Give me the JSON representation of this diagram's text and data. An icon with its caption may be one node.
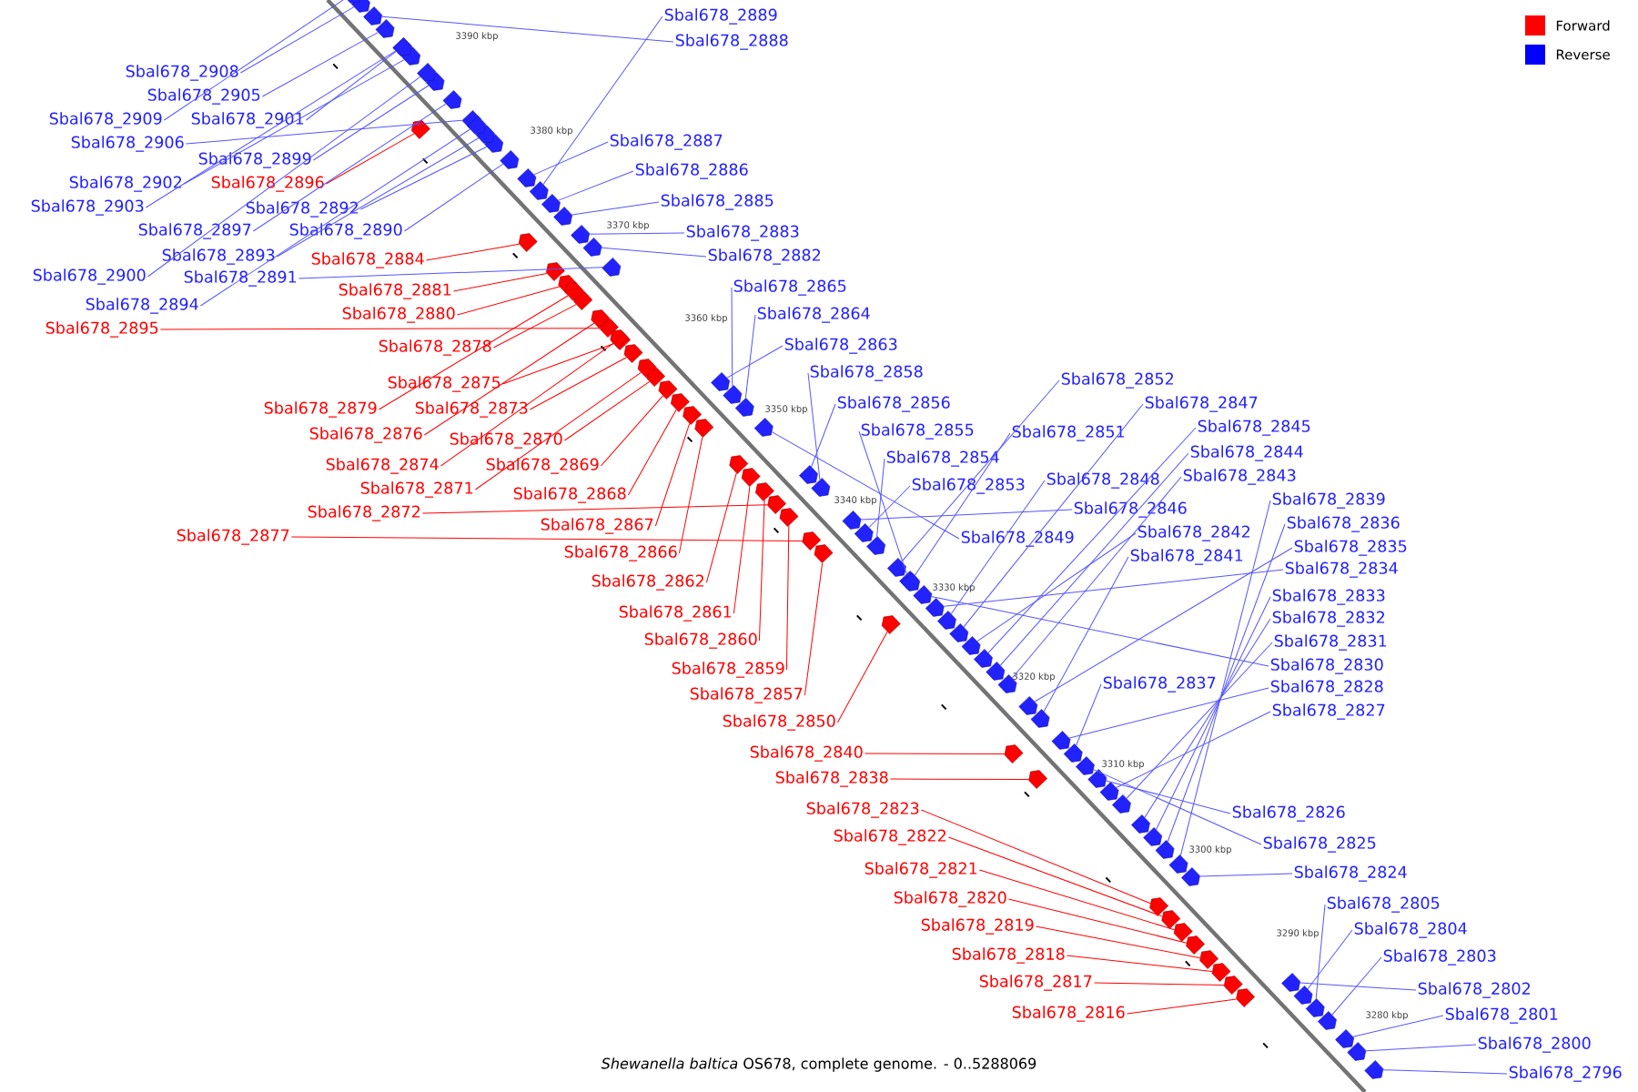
{
  "diagram": {
    "caption": "*Shewanella baltica* OS678, complete genome. - 0..5288069",
    "nodes": [
      {
        "text": [
          "Sbal678_2908"
        ]
      },
      {
        "text": [
          "Sbal678_2905"
        ]
      },
      {
        "text": [
          "Sbal678_2909"
        ]
      },
      {
        "text": [
          "Sbal678_2901"
        ]
      },
      {
        "text": [
          "Sbal678_2906"
        ]
      },
      {
        "text": [
          "Sbal678_2899"
        ]
      },
      {
        "text": [
          "Sbal678_2902"
        ]
      },
      {
        "text": [
          "Sbal678_2896"
        ]
      },
      {
        "text": [
          "Sbal678_2903"
        ]
      },
      {
        "text": [
          "Sbal678_2892"
        ]
      },
      {
        "text": [
          "Sbal678_2897"
        ]
      },
      {
        "text": [
          "Sbal678_2890"
        ]
      },
      {
        "text": [
          "Sbal678_2884"
        ]
      },
      {
        "text": [
          "Sbal678_2893"
        ]
      },
      {
        "text": [
          "Sbal678_2900"
        ]
      },
      {
        "text": [
          "Sbal678_2891"
        ]
      },
      {
        "text": [
          "Sbal678_2881"
        ]
      },
      {
        "text": [
          "Sbal678_2894"
        ]
      },
      {
        "text": [
          "Sbal678_2880"
        ]
      },
      {
        "text": [
          "Sbal678_2895"
        ]
      },
      {
        "text": [
          "Sbal678_2878"
        ]
      },
      {
        "text": [
          "Sbal678_2875"
        ]
      },
      {
        "text": [
          "Sbal678_2879"
        ]
      },
      {
        "text": [
          "Sbal678_2873"
        ]
      },
      {
        "text": [
          "Sbal678_2876"
        ]
      },
      {
        "text": [
          "Sbal678_2870"
        ]
      },
      {
        "text": [
          "Sbal678_2874"
        ]
      },
      {
        "text": [
          "Sbal678_2869"
        ]
      },
      {
        "text": [
          "Sbal678_2871"
        ]
      },
      {
        "text": [
          "Sbal678_2868"
        ]
      },
      {
        "text": [
          "Sbal678_2872"
        ]
      },
      {
        "text": [
          "Sbal678_2867"
        ]
      },
      {
        "text": [
          "Sbal678_2877"
        ]
      },
      {
        "text": [
          "Sbal678_2866"
        ]
      },
      {
        "text": [
          "Sbal678_2862"
        ]
      },
      {
        "text": [
          "Sbal678_2861"
        ]
      },
      {
        "text": [
          "Sbal678_2860"
        ]
      },
      {
        "text": [
          "Sbal678_2859"
        ]
      },
      {
        "text": [
          "Sbal678_2857"
        ]
      },
      {
        "text": [
          "Sbal678_2850"
        ]
      },
      {
        "text": [
          "Sbal678_2840"
        ]
      },
      {
        "text": [
          "Sbal678_2838"
        ]
      },
      {
        "text": [
          "Sbal678_2823"
        ]
      },
      {
        "text": [
          "Sbal678_2822"
        ]
      },
      {
        "text": [
          "Sbal678_2821"
        ]
      },
      {
        "text": [
          "Sbal678_2820"
        ]
      },
      {
        "text": [
          "Sbal678_2819"
        ]
      },
      {
        "text": [
          "Sbal678_2818"
        ]
      },
      {
        "text": [
          "Sbal678_2817"
        ]
      },
      {
        "text": [
          "Sbal678_2816"
        ]
      },
      {
        "text": [
          "Sbal678_2889"
        ]
      },
      {
        "text": [
          "Sbal678_2888"
        ]
      },
      {
        "text": [
          "Sbal678_2887"
        ]
      },
      {
        "text": [
          "Sbal678_2886"
        ]
      },
      {
        "text": [
          "Sbal678_2885"
        ]
      },
      {
        "text": [
          "Sbal678_2883"
        ]
      },
      {
        "text": [
          "Sbal678_2882"
        ]
      },
      {
        "text": [
          "Sbal678_2865"
        ]
      },
      {
        "text": [
          "Sbal678_2864"
        ]
      },
      {
        "text": [
          "Sbal678_2863"
        ]
      },
      {
        "text": [
          "Sbal678_2858"
        ]
      },
      {
        "text": [
          "Sbal678_2852"
        ]
      },
      {
        "text": [
          "Sbal678_2856"
        ]
      },
      {
        "text": [
          "Sbal678_2847"
        ]
      },
      {
        "text": [
          "Sbal678_2855"
        ]
      },
      {
        "text": [
          "Sbal678_2851"
        ]
      },
      {
        "text": [
          "Sbal678_2845"
        ]
      },
      {
        "text": [
          "Sbal678_2844"
        ]
      },
      {
        "text": [
          "Sbal678_2854"
        ]
      },
      {
        "text": [
          "Sbal678_2848"
        ]
      },
      {
        "text": [
          "Sbal678_2843"
        ]
      },
      {
        "text": [
          "Sbal678_2853"
        ]
      },
      {
        "text": [
          "Sbal678_2839"
        ]
      },
      {
        "text": [
          "Sbal678_2846"
        ]
      },
      {
        "text": [
          "Sbal678_2849"
        ]
      },
      {
        "text": [
          "Sbal678_2842"
        ]
      },
      {
        "text": [
          "Sbal678_2836"
        ]
      },
      {
        "text": [
          "Sbal678_2841"
        ]
      },
      {
        "text": [
          "Sbal678_2835"
        ]
      },
      {
        "text": [
          "Sbal678_2834"
        ]
      },
      {
        "text": [
          "Sbal678_2833"
        ]
      },
      {
        "text": [
          "Sbal678_2832"
        ]
      },
      {
        "text": [
          "Sbal678_2831"
        ]
      },
      {
        "text": [
          "Sbal678_2830"
        ]
      },
      {
        "text": [
          "Sbal678_2837"
        ]
      },
      {
        "text": [
          "Sbal678_2828"
        ]
      },
      {
        "text": [
          "Sbal678_2827"
        ]
      },
      {
        "text": [
          "Sbal678_2826"
        ]
      },
      {
        "text": [
          "Sbal678_2825"
        ]
      },
      {
        "text": [
          "Sbal678_2824"
        ]
      },
      {
        "text": [
          "Sbal678_2805"
        ]
      },
      {
        "text": [
          "Sbal678_2804"
        ]
      },
      {
        "text": [
          "Sbal678_2803"
        ]
      },
      {
        "text": [
          "Sbal678_2802"
        ]
      },
      {
        "text": [
          "Sbal678_2801"
        ]
      },
      {
        "text": [
          "Sbal678_2800"
        ]
      },
      {
        "text": [
          "Sbal678_2796"
        ]
      },
      {
        "text": [],
        "shape": "arrow"
      },
      {
        "text": [],
        "shape": "arrow"
      },
      {
        "text": [],
        "shape": "arrow"
      },
      {
        "text": [],
        "shape": "arrow"
      },
      {
        "text": [],
        "shape": "arrow"
      },
      {
        "text": [],
        "shape": "arrow"
      },
      {
        "text": [],
        "shape": "arrow"
      },
      {
        "text": [],
        "shape": "arrow"
      },
      {
        "text": [],
        "shape": "arrow"
      },
      {
        "text": [],
        "shape": "arrow"
      },
      {
        "text": [],
        "shape": "arrow"
      },
      {
        "text": [],
        "shape": "arrow"
      },
      {
        "text": [],
        "shape": "arrow"
      },
      {
        "text": [],
        "shape": "arrow"
      },
      {
        "text": [],
        "shape": "arrow"
      },
      {
        "text": [],
        "shape": "arrow"
      },
      {
        "text": [],
        "shape": "arrow"
      },
      {
        "text": [],
        "shape": "arrow"
      },
      {
        "text": [],
        "shape": "arrow"
      },
      {
        "text": [],
        "shape": "arrow"
      },
      {
        "text": [],
        "shape": "arrow"
      },
      {
        "text": [],
        "shape": "arrow"
      },
      {
        "text": [],
        "shape": "arrow"
      },
      {
        "text": [],
        "shape": "arrow"
      },
      {
        "text": [],
        "shape": "arrow"
      },
      {
        "text": [],
        "shape": "arrow"
      },
      {
        "text": [],
        "shape": "arrow"
      },
      {
        "text": [],
        "shape": "arrow"
      },
      {
        "text": [],
        "shape": "arrow"
      },
      {
        "text": [],
        "shape": "arrow"
      },
      {
        "text": [],
        "shape": "arrow"
      },
      {
        "text": [],
        "shape": "arrow"
      },
      {
        "text": [],
        "shape": "arrow"
      },
      {
        "text": [],
        "shape": "arrow"
      },
      {
        "text": [],
        "shape": "arrow"
      },
      {
        "text": [],
        "shape": "arrow"
      },
      {
        "text": [],
        "shape": "arrow"
      },
      {
        "text": [],
        "shape": "arrow"
      },
      {
        "text": [],
        "shape": "arrow"
      },
      {
        "text": [],
        "shape": "arrow"
      },
      {
        "text": [],
        "shape": "arrow"
      },
      {
        "text": [],
        "shape": "arrow"
      },
      {
        "text": [],
        "shape": "arrow"
      },
      {
        "text": [],
        "shape": "arrow"
      },
      {
        "text": [],
        "shape": "arrow"
      },
      {
        "text": [],
        "shape": "arrow"
      },
      {
        "text": [],
        "shape": "arrow"
      },
      {
        "text": [],
        "shape": "arrow"
      },
      {
        "text": [],
        "shape": "arrow"
      },
      {
        "text": [],
        "shape": "arrow"
      },
      {
        "text": [],
        "shape": "arrow"
      },
      {
        "text": [],
        "shape": "arrow"
      },
      {
        "text": [],
        "shape": "arrow"
      },
      {
        "text": [],
        "shape": "arrow"
      },
      {
        "text": [],
        "shape": "arrow"
      },
      {
        "text": [],
        "shape": "arrow"
      },
      {
        "text": [],
        "shape": "arrow"
      },
      {
        "text": [],
        "shape": "arrow"
      },
      {
        "text": [],
        "shape": "arrow"
      },
      {
        "text": [],
        "shape": "arrow"
      },
      {
        "text": [],
        "shape": "arrow"
      },
      {
        "text": [],
        "shape": "arrow"
      },
      {
        "text": [],
        "shape": "arrow"
      },
      {
        "text": [],
        "shape": "arrow"
      },
      {
        "text": [],
        "shape": "arrow"
      },
      {
        "text": [],
        "shape": "arrow"
      },
      {
        "text": [],
        "shape": "arrow"
      },
      {
        "text": [],
        "shape": "arrow"
      },
      {
        "text": [],
        "shape": "arrow"
      },
      {
        "text": [],
        "shape": "arrow"
      },
      {
        "text": [],
        "shape": "arrow"
      },
      {
        "text": [],
        "shape": "arrow"
      },
      {
        "text": [],
        "shape": "arrow"
      },
      {
        "text": [],
        "shape": "arrow"
      },
      {
        "text": [],
        "shape": "arrow"
      },
      {
        "text": [],
        "shape": "arrow"
      },
      {
        "text": [],
        "shape": "arrow"
      },
      {
        "text": [],
        "shape": "arrow"
      },
      {
        "text": [],
        "shape": "arrow"
      },
      {
        "text": [],
        "shape": "arrow"
      },
      {
        "text": [],
        "shape": "arrow"
      },
      {
        "text": [],
        "shape": "arrow"
      },
      {
        "text": [],
        "shape": "arrow"
      },
      {
        "text": [],
        "shape": "arrow"
      },
      {
        "text": [],
        "shape": "arrow"
      },
      {
        "text": [],
        "shape": "arrow"
      },
      {
        "text": [],
        "shape": "arrow"
      },
      {
        "text": [],
        "shape": "arrow"
      },
      {
        "text": [],
        "shape": "arrow"
      },
      {
        "text": [],
        "shape": "arrow"
      },
      {
        "text": [],
        "shape": "arrow"
      },
      {
        "text": [],
        "shape": "arrow"
      },
      {
        "text": [],
        "shape": "arrow"
      },
      {
        "text": [],
        "shape": "arrow"
      },
      {
        "text": [],
        "shape": "arrow"
      },
      {
        "text": [],
        "shape": "arrow"
      },
      {
        "text": [],
        "shape": "arrow"
      }
    ],
    "edges": [
      {
        "from": 0,
        "to": 97,
        "arrow": "none"
      },
      {
        "from": 1,
        "to": 98,
        "arrow": "none"
      },
      {
        "from": 2,
        "to": 99,
        "arrow": "none"
      },
      {
        "from": 3,
        "to": 100,
        "arrow": "none"
      },
      {
        "from": 4,
        "to": 101,
        "arrow": "none"
      },
      {
        "from": 5,
        "to": 102,
        "arrow": "none"
      },
      {
        "from": 6,
        "to": 103,
        "arrow": "none"
      },
      {
        "from": 7,
        "to": 104,
        "arrow": "none",
        "color": "#ff0000"
      },
      {
        "from": 8,
        "to": 105,
        "arrow": "none"
      },
      {
        "from": 9,
        "to": 106,
        "arrow": "none"
      },
      {
        "from": 10,
        "to": 107,
        "arrow": "none"
      },
      {
        "from": 11,
        "to": 108,
        "arrow": "none"
      },
      {
        "from": 12,
        "to": 109,
        "arrow": "none",
        "color": "#ff0000"
      },
      {
        "from": 13,
        "to": 110,
        "arrow": "none"
      },
      {
        "from": 14,
        "to": 111,
        "arrow": "none"
      },
      {
        "from": 15,
        "to": 112,
        "arrow": "none"
      },
      {
        "from": 16,
        "to": 113,
        "arrow": "none",
        "color": "#ff0000"
      },
      {
        "from": 17,
        "to": 114,
        "arrow": "none"
      },
      {
        "from": 18,
        "to": 115,
        "arrow": "none",
        "color": "#ff0000"
      },
      {
        "from": 19,
        "to": 116,
        "arrow": "none",
        "color": "#ff0000"
      },
      {
        "from": 20,
        "to": 117,
        "arrow": "none",
        "color": "#ff0000"
      },
      {
        "from": 21,
        "to": 118,
        "arrow": "none",
        "color": "#ff0000"
      },
      {
        "from": 22,
        "to": 119,
        "arrow": "none",
        "color": "#ff0000"
      },
      {
        "from": 23,
        "to": 120,
        "arrow": "none",
        "color": "#ff0000"
      },
      {
        "from": 24,
        "to": 121,
        "arrow": "none",
        "color": "#ff0000"
      },
      {
        "from": 25,
        "to": 122,
        "arrow": "none",
        "color": "#ff0000"
      },
      {
        "from": 26,
        "to": 123,
        "arrow": "none",
        "color": "#ff0000"
      },
      {
        "from": 27,
        "to": 124,
        "arrow": "none",
        "color": "#ff0000"
      },
      {
        "from": 28,
        "to": 125,
        "arrow": "none",
        "color": "#ff0000"
      },
      {
        "from": 29,
        "to": 126,
        "arrow": "none",
        "color": "#ff0000"
      },
      {
        "from": 30,
        "to": 127,
        "arrow": "none",
        "color": "#ff0000"
      },
      {
        "from": 31,
        "to": 128,
        "arrow": "none",
        "color": "#ff0000"
      },
      {
        "from": 32,
        "to": 129,
        "arrow": "none",
        "color": "#ff0000"
      },
      {
        "from": 33,
        "to": 130,
        "arrow": "none",
        "color": "#ff0000"
      },
      {
        "from": 34,
        "to": 131,
        "arrow": "none",
        "color": "#ff0000"
      },
      {
        "from": 35,
        "to": 132,
        "arrow": "none",
        "color": "#ff0000"
      },
      {
        "from": 36,
        "to": 133,
        "arrow": "none",
        "color": "#ff0000"
      },
      {
        "from": 37,
        "to": 134,
        "arrow": "none",
        "color": "#ff0000"
      },
      {
        "from": 38,
        "to": 135,
        "arrow": "none",
        "color": "#ff0000"
      },
      {
        "from": 39,
        "to": 136,
        "arrow": "none",
        "color": "#ff0000"
      },
      {
        "from": 40,
        "to": 137,
        "arrow": "none",
        "color": "#ff0000"
      },
      {
        "from": 41,
        "to": 138,
        "arrow": "none",
        "color": "#ff0000"
      },
      {
        "from": 42,
        "to": 139,
        "arrow": "none",
        "color": "#ff0000"
      },
      {
        "from": 43,
        "to": 140,
        "arrow": "none",
        "color": "#ff0000"
      },
      {
        "from": 44,
        "to": 141,
        "arrow": "none",
        "color": "#ff0000"
      },
      {
        "from": 45,
        "to": 142,
        "arrow": "none",
        "color": "#ff0000"
      },
      {
        "from": 46,
        "to": 143,
        "arrow": "none",
        "color": "#ff0000"
      },
      {
        "from": 47,
        "to": 144,
        "arrow": "none",
        "color": "#ff0000"
      },
      {
        "from": 48,
        "to": 145,
        "arrow": "none",
        "color": "#ff0000"
      },
      {
        "from": 49,
        "to": 146,
        "arrow": "none",
        "color": "#ff0000"
      },
      {
        "from": 50,
        "to": 147,
        "arrow": "none"
      },
      {
        "from": 51,
        "to": 148,
        "arrow": "none"
      },
      {
        "from": 52,
        "to": 149,
        "arrow": "none"
      },
      {
        "from": 53,
        "to": 150,
        "arrow": "none"
      },
      {
        "from": 54,
        "to": 151,
        "arrow": "none"
      },
      {
        "from": 55,
        "to": 152,
        "arrow": "none"
      },
      {
        "from": 56,
        "to": 153,
        "arrow": "none"
      },
      {
        "from": 57,
        "to": 154,
        "arrow": "none"
      },
      {
        "from": 58,
        "to": 155,
        "arrow": "none"
      },
      {
        "from": 59,
        "to": 156,
        "arrow": "none"
      },
      {
        "from": 60,
        "to": 157,
        "arrow": "none"
      },
      {
        "from": 61,
        "to": 158,
        "arrow": "none"
      },
      {
        "from": 62,
        "to": 159,
        "arrow": "none"
      },
      {
        "from": 63,
        "to": 160,
        "arrow": "none"
      },
      {
        "from": 64,
        "to": 161,
        "arrow": "none"
      },
      {
        "from": 65,
        "to": 162,
        "arrow": "none"
      },
      {
        "from": 66,
        "to": 163,
        "arrow": "none"
      },
      {
        "from": 67,
        "to": 164,
        "arrow": "none"
      },
      {
        "from": 68,
        "to": 165,
        "arrow": "none"
      },
      {
        "from": 69,
        "to": 166,
        "arrow": "none"
      },
      {
        "from": 70,
        "to": 167,
        "arrow": "none"
      },
      {
        "from": 71,
        "to": 168,
        "arrow": "none"
      },
      {
        "from": 72,
        "to": 169,
        "arrow": "none"
      },
      {
        "from": 73,
        "to": 170,
        "arrow": "none"
      },
      {
        "from": 74,
        "to": 171,
        "arrow": "none"
      },
      {
        "from": 75,
        "to": 172,
        "arrow": "none"
      },
      {
        "from": 76,
        "to": 173,
        "arrow": "none"
      },
      {
        "from": 77,
        "to": 174,
        "arrow": "none"
      },
      {
        "from": 78,
        "to": 175,
        "arrow": "none"
      },
      {
        "from": 79,
        "to": 176,
        "arrow": "none"
      },
      {
        "from": 80,
        "to": 177,
        "arrow": "none"
      },
      {
        "from": 81,
        "to": 178,
        "arrow": "none"
      },
      {
        "from": 82,
        "to": 179,
        "arrow": "none"
      },
      {
        "from": 83,
        "to": 180,
        "arrow": "none"
      },
      {
        "from": 84,
        "to": 181,
        "arrow": "none"
      },
      {
        "from": 85,
        "to": 182,
        "arrow": "none"
      },
      {
        "from": 86,
        "to": 183,
        "arrow": "none"
      },
      {
        "from": 87,
        "to": 184,
        "arrow": "none"
      },
      {
        "from": 88,
        "to": 185,
        "arrow": "none"
      },
      {
        "from": 89,
        "to": 186,
        "arrow": "none"
      },
      {
        "from": 90,
        "to": 187,
        "arrow": "none"
      },
      {
        "from": 91,
        "to": 188,
        "arrow": "none"
      },
      {
        "from": 92,
        "to": 189,
        "arrow": "none"
      },
      {
        "from": 93,
        "to": 190,
        "arrow": "none"
      },
      {
        "from": 94,
        "to": 191,
        "arrow": "none"
      },
      {
        "from": 95,
        "to": 192,
        "arrow": "none"
      },
      {
        "from": 96,
        "to": 193,
        "arrow": "none"
      }
    ],
    "labels": [
      "3390 kbp",
      "3380 kbp",
      "3370 kbp",
      "3360 kbp",
      "3350 kbp",
      "3340 kbp",
      "3330 kbp",
      "3320 kbp",
      "3310 kbp",
      "3300 kbp",
      "3290 kbp",
      "3280 kbp"
    ],
    "legend": [
      {
        "text": "Forward",
        "color": "#ff0000"
      },
      {
        "text": "Reverse",
        "color": "#0000ff"
      }
    ]
  }
}
